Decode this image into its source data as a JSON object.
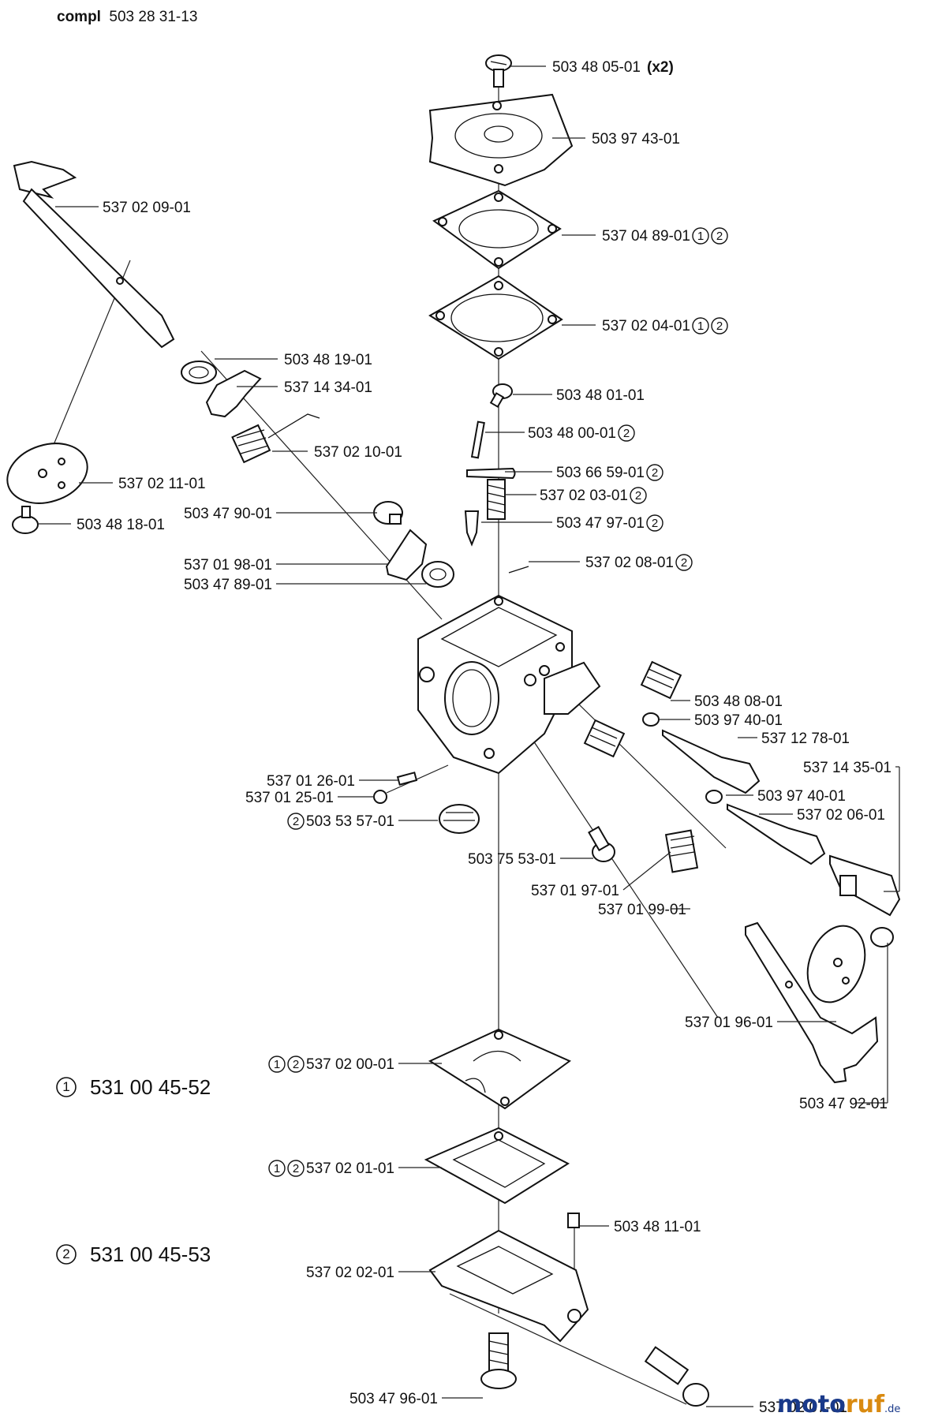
{
  "header": {
    "prefix": "compl",
    "number": "503 28 31-13"
  },
  "kits": [
    {
      "id": "1",
      "number": "531 00 45-52"
    },
    {
      "id": "2",
      "number": "531 00 45-53"
    }
  ],
  "parts": [
    {
      "number": "503 48 05-01",
      "qty": "(x2)",
      "kits": []
    },
    {
      "number": "503 97 43-01",
      "kits": []
    },
    {
      "number": "537 04 89-01",
      "kits": [
        "1",
        "2"
      ]
    },
    {
      "number": "537 02 04-01",
      "kits": [
        "1",
        "2"
      ]
    },
    {
      "number": "537 02 09-01",
      "kits": []
    },
    {
      "number": "503 48 19-01",
      "kits": []
    },
    {
      "number": "537 14 34-01",
      "kits": []
    },
    {
      "number": "537 02 10-01",
      "kits": []
    },
    {
      "number": "537 02 11-01",
      "kits": []
    },
    {
      "number": "503 48 18-01",
      "kits": []
    },
    {
      "number": "503 48 01-01",
      "kits": []
    },
    {
      "number": "503 48 00-01",
      "kits": [
        "2"
      ]
    },
    {
      "number": "503 66 59-01",
      "kits": [
        "2"
      ]
    },
    {
      "number": "537 02 03-01",
      "kits": [
        "2"
      ]
    },
    {
      "number": "503 47 97-01",
      "kits": [
        "2"
      ]
    },
    {
      "number": "503 47 90-01",
      "kits": []
    },
    {
      "number": "537 01 98-01",
      "kits": []
    },
    {
      "number": "503 47 89-01",
      "kits": []
    },
    {
      "number": "537 02 08-01",
      "kits": [
        "2"
      ]
    },
    {
      "number": "503 48 08-01",
      "kits": []
    },
    {
      "number": "503 97 40-01",
      "kits": []
    },
    {
      "number": "537 12 78-01",
      "kits": []
    },
    {
      "number": "537 14 35-01",
      "kits": []
    },
    {
      "number": "537 01 26-01",
      "kits": []
    },
    {
      "number": "537 01 25-01",
      "kits": []
    },
    {
      "number": "503 97 40-01",
      "kits": []
    },
    {
      "number": "537 02 06-01",
      "kits": []
    },
    {
      "number": "503 53 57-01",
      "kits": [
        "2"
      ]
    },
    {
      "number": "503 75 53-01",
      "kits": []
    },
    {
      "number": "537 01 97-01",
      "kits": []
    },
    {
      "number": "537 01 99-01",
      "kits": []
    },
    {
      "number": "537 01 96-01",
      "kits": []
    },
    {
      "number": "537 02 00-01",
      "kits": [
        "1",
        "2"
      ]
    },
    {
      "number": "503 47 92-01",
      "kits": []
    },
    {
      "number": "537 02 01-01",
      "kits": [
        "1",
        "2"
      ]
    },
    {
      "number": "503 48 11-01",
      "kits": []
    },
    {
      "number": "537 02 02-01",
      "kits": []
    },
    {
      "number": "503 47 96-01",
      "kits": []
    },
    {
      "number": "537 02 07-01",
      "kits": []
    }
  ],
  "watermark": {
    "part1": "moto",
    "part2": "ruf",
    "suffix": ".de"
  }
}
